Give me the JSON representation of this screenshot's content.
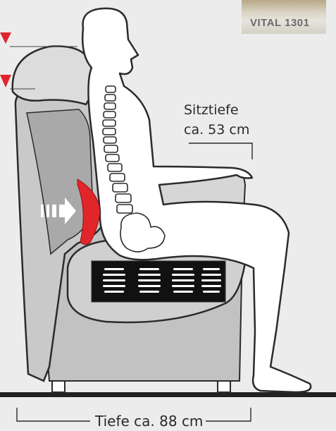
{
  "product": {
    "model_label": "VITAL 1301"
  },
  "labels": {
    "seat_depth_line1": "Sitztiefe",
    "seat_depth_line2": "ca. 53 cm",
    "total_depth": "Tiefe ca. 88 cm"
  },
  "colors": {
    "background": "#ececec",
    "chair_fabric": "#c9c9c9",
    "chair_shadow": "#a9a9a9",
    "headrest": "#dcdcdc",
    "lumbar_support": "#e0262b",
    "marker_arrow": "#e0262b",
    "springs": "#111111",
    "figure_fill": "#ffffff",
    "outline": "#2b2b2b",
    "floor": "#222222"
  },
  "icons": {
    "push_arrow": "arrow-right-icon",
    "height_markers": "triangle-down-icon"
  }
}
